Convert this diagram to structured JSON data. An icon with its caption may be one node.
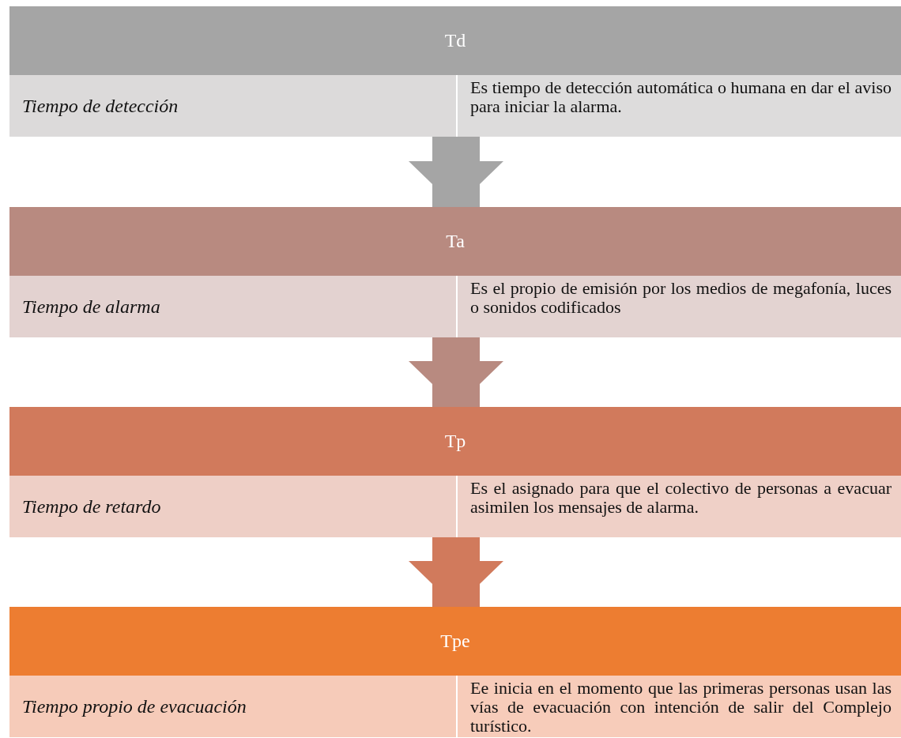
{
  "diagram": {
    "nodes": [
      {
        "text": [
          "Td",
          "Tiempo de detección",
          "Es tiempo de detección automática o humana en dar el aviso para iniciar la alarma."
        ]
      },
      {
        "text": [
          "Ta",
          "Tiempo de alarma",
          "Es el propio de emisión por los medios de megafonía, luces o sonidos codificados"
        ]
      },
      {
        "text": [
          "Tp",
          "Tiempo de retardo",
          "Es el asignado para que el colectivo de personas a evacuar asimilen los mensajes de alarma."
        ]
      },
      {
        "text": [
          "Tpe",
          "Tiempo propio de evacuación",
          "Ee inicia en el momento que las primeras personas usan las vías de evacuación con intención de salir del Complejo turístico."
        ]
      }
    ],
    "edges": [
      {
        "from": 0,
        "to": 1,
        "arrow": "to",
        "color": "#a5a5a5"
      },
      {
        "from": 1,
        "to": 2,
        "arrow": "to",
        "color": "#b88a80"
      },
      {
        "from": 2,
        "to": 3,
        "arrow": "to",
        "color": "#d17a5c"
      }
    ]
  }
}
